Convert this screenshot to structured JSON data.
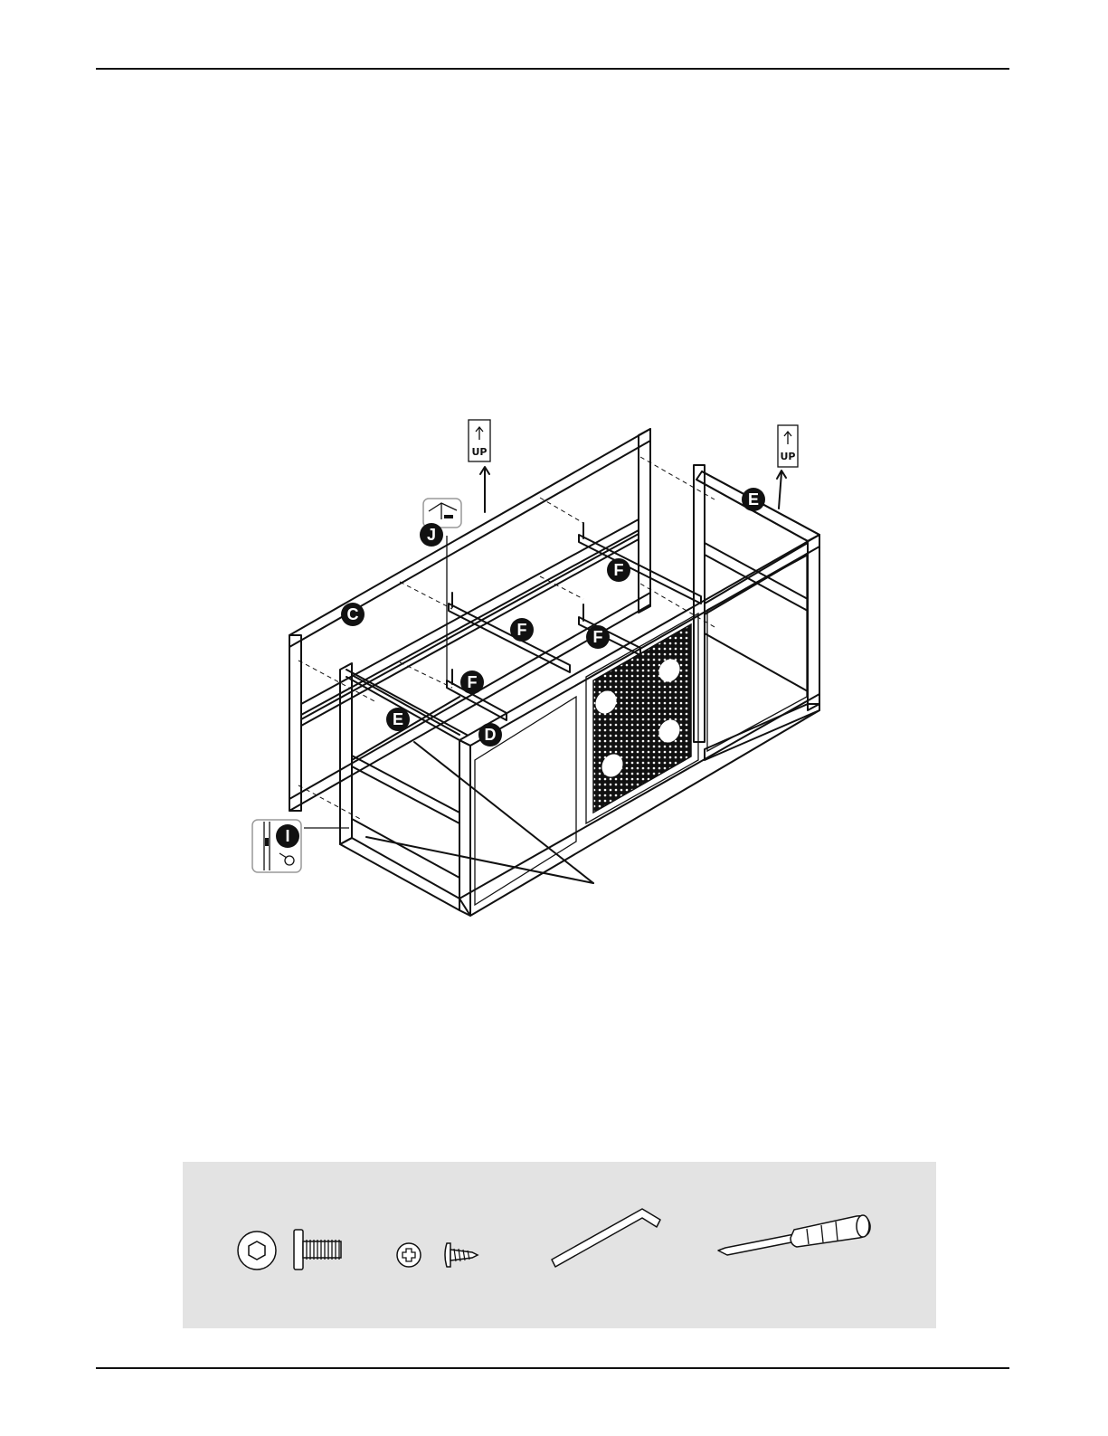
{
  "labels": {
    "c": "C",
    "d": "D",
    "e_right": "E",
    "e_left": "E",
    "f_back": "F",
    "f_mid": "F",
    "f_right": "F",
    "f_front": "F",
    "i": "I",
    "j": "J"
  },
  "up_tags": {
    "left": "UP",
    "right": "UP"
  },
  "icons": {
    "up_arrow": "up-arrow-icon",
    "hex_head_bolt": "hex-bolt-icon",
    "phillips_screw": "phillips-screw-icon",
    "allen_key": "allen-key-icon",
    "screwdriver": "screwdriver-icon"
  },
  "colors": {
    "line": "#111111",
    "badge": "#111111",
    "hardware_panel": "#e3e3e3",
    "mesh_panel": "#1a1a1a"
  }
}
